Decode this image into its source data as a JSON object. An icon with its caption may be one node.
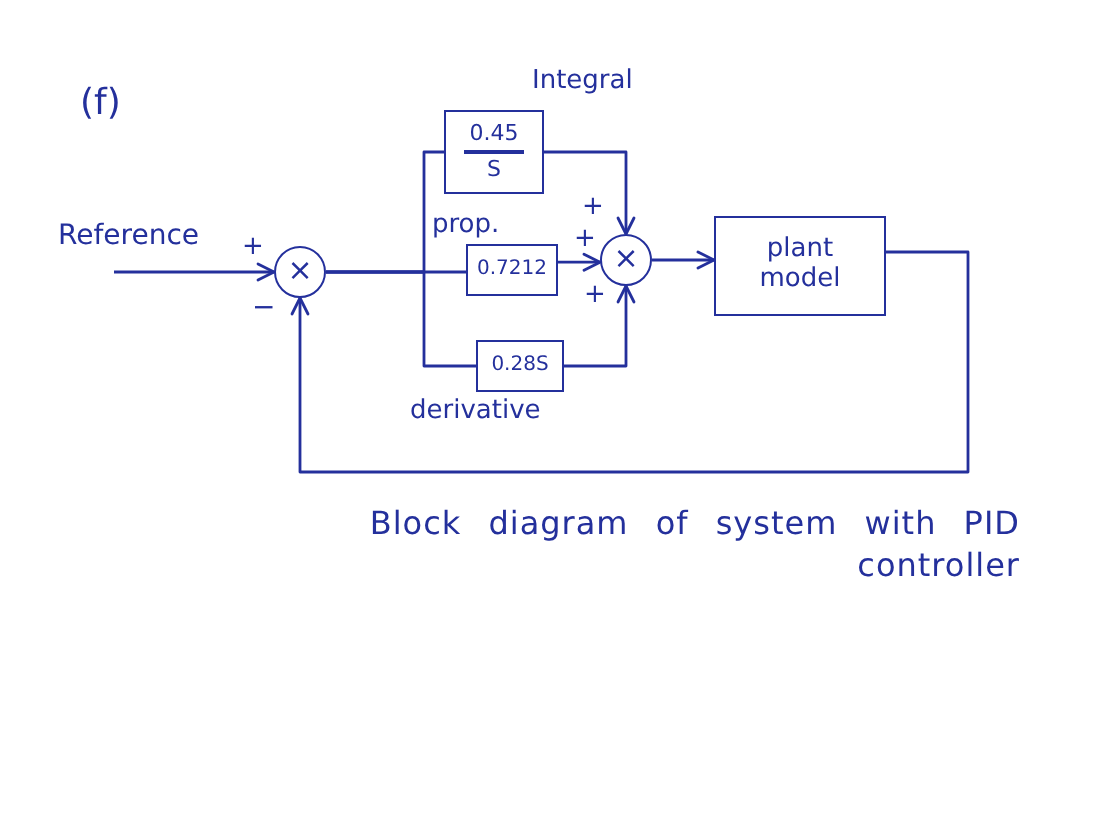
{
  "diagram": {
    "caption": "Block diagram of system with PID controller",
    "nodes": [
      {
        "text": [
          "0.45",
          "S"
        ],
        "beside": [
          "Integral"
        ]
      },
      {
        "text": [
          "×"
        ]
      },
      {
        "text": [
          "0.7212"
        ],
        "beside": [
          "prop."
        ]
      },
      {
        "text": [
          "×"
        ]
      },
      {
        "text": [
          "plant model"
        ]
      },
      {
        "text": [
          "0.28S"
        ],
        "beside": [
          "derivative"
        ]
      }
    ],
    "edges": [
      {
        "from": null,
        "to": 1,
        "arrow": "to",
        "label": "Reference"
      },
      {
        "from": 1,
        "to": 2,
        "arrow": "none"
      },
      {
        "from": 1,
        "to": 0,
        "arrow": "none"
      },
      {
        "from": 1,
        "to": 5,
        "arrow": "none"
      },
      {
        "from": 0,
        "to": 3,
        "arrow": "to"
      },
      {
        "from": 2,
        "to": 3,
        "arrow": "to"
      },
      {
        "from": 5,
        "to": 3,
        "arrow": "to"
      },
      {
        "from": 3,
        "to": 4,
        "arrow": "to"
      },
      {
        "from": 4,
        "to": 1,
        "arrow": "to"
      }
    ],
    "labels": [
      "(f)",
      "+",
      "+",
      "+",
      "+",
      "−"
    ]
  }
}
